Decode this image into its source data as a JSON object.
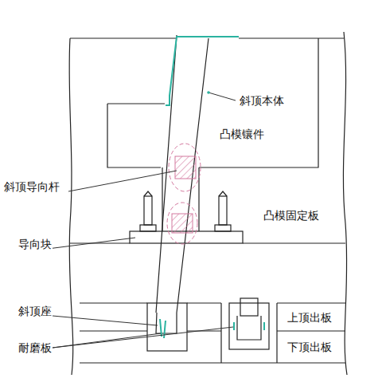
{
  "diagram": {
    "labels": [
      "斜顶本体",
      "凸模镶件",
      "斜顶导向杆",
      "凸模固定板",
      "导向块",
      "斜顶座",
      "耐磨板",
      "上顶出板",
      "下顶出板"
    ]
  }
}
